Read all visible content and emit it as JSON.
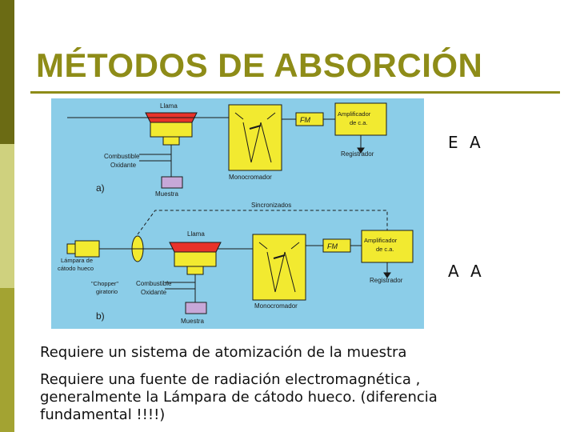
{
  "slide": {
    "title": "MÉTODOS DE ABSORCIÓN",
    "label_ea": "E A",
    "label_aa": "A A",
    "text1": "Requiere un sistema de atomización de la muestra",
    "text2": "Requiere una fuente de radiación electromagnética , generalmente la Lámpara de cátodo hueco. (diferencia fundamental !!!!)"
  },
  "diagram": {
    "a": {
      "llama": "Llama",
      "fm": "FM",
      "amplificador": "Amplificador",
      "de_ca": "de c.a.",
      "combustible": "Combustible",
      "oxidante": "Oxidante",
      "monocromador": "Monocromador",
      "registrador": "Registrador",
      "muestra": "Muestra",
      "panel": "a)"
    },
    "b": {
      "sincronizados": "Sincronizados",
      "lampara1": "Lámpara de",
      "lampara2": "cátodo hueco",
      "chopper1": "\"Chopper\"",
      "chopper2": "giratorio",
      "llama": "Llama",
      "fm": "FM",
      "amplificador": "Amplificador",
      "de_ca": "de c.a.",
      "combustible": "Combustible",
      "oxidante": "Oxidante",
      "monocromador": "Monocromador",
      "registrador": "Registrador",
      "muestra": "Muestra",
      "panel": "b)"
    }
  },
  "colors": {
    "title": "#8e8c18",
    "diagram_bg": "#8bcde8",
    "flame": "#e8322a",
    "burner": "#f2ea30"
  }
}
